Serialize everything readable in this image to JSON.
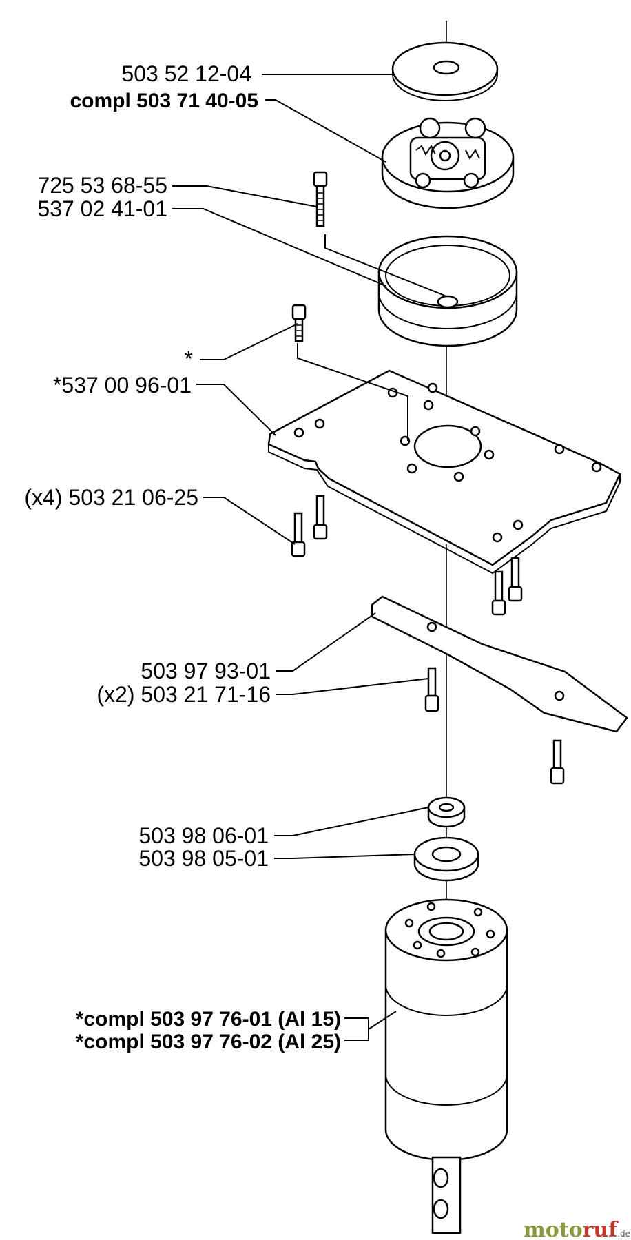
{
  "labels": {
    "disc_washer": "503 52 12-04",
    "clutch_assembly": "compl 503 71 40-05",
    "screw_1": "725 53 68-55",
    "drum": "537 02 41-01",
    "asterisk": "*",
    "mounting_plate": "*537 00 96-01",
    "screws_x4": "(x4) 503 21 06-25",
    "bracket": "503 97 93-01",
    "screws_x2": "(x2) 503 21 71-16",
    "spacer_small": "503 98 06-01",
    "spacer_large": "503 98 05-01",
    "motor_al15": "*compl 503 97 76-01 (Al 15)",
    "motor_al25": "*compl 503 97 76-02 (Al 25)"
  },
  "watermark": {
    "part_a": "moto",
    "part_b": "ruf",
    "suffix": ".de"
  }
}
